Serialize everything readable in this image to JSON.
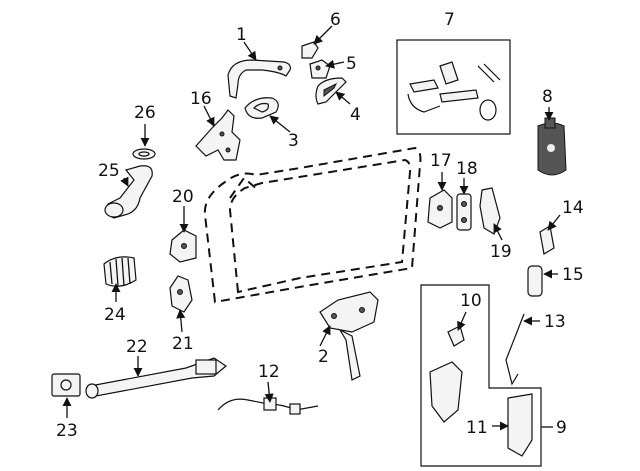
{
  "callouts": [
    {
      "id": "c1",
      "text": "1"
    },
    {
      "id": "c2",
      "text": "2"
    },
    {
      "id": "c3",
      "text": "3"
    },
    {
      "id": "c4",
      "text": "4"
    },
    {
      "id": "c5",
      "text": "5"
    },
    {
      "id": "c6",
      "text": "6"
    },
    {
      "id": "c7",
      "text": "7"
    },
    {
      "id": "c8",
      "text": "8"
    },
    {
      "id": "c9",
      "text": "9"
    },
    {
      "id": "c10",
      "text": "10"
    },
    {
      "id": "c11",
      "text": "11"
    },
    {
      "id": "c12",
      "text": "12"
    },
    {
      "id": "c13",
      "text": "13"
    },
    {
      "id": "c14",
      "text": "14"
    },
    {
      "id": "c15",
      "text": "15"
    },
    {
      "id": "c16",
      "text": "16"
    },
    {
      "id": "c17",
      "text": "17"
    },
    {
      "id": "c18",
      "text": "18"
    },
    {
      "id": "c19",
      "text": "19"
    },
    {
      "id": "c20",
      "text": "20"
    },
    {
      "id": "c21",
      "text": "21"
    },
    {
      "id": "c22",
      "text": "22"
    },
    {
      "id": "c23",
      "text": "23"
    },
    {
      "id": "c24",
      "text": "24"
    },
    {
      "id": "c25",
      "text": "25"
    },
    {
      "id": "c26",
      "text": "26"
    }
  ]
}
